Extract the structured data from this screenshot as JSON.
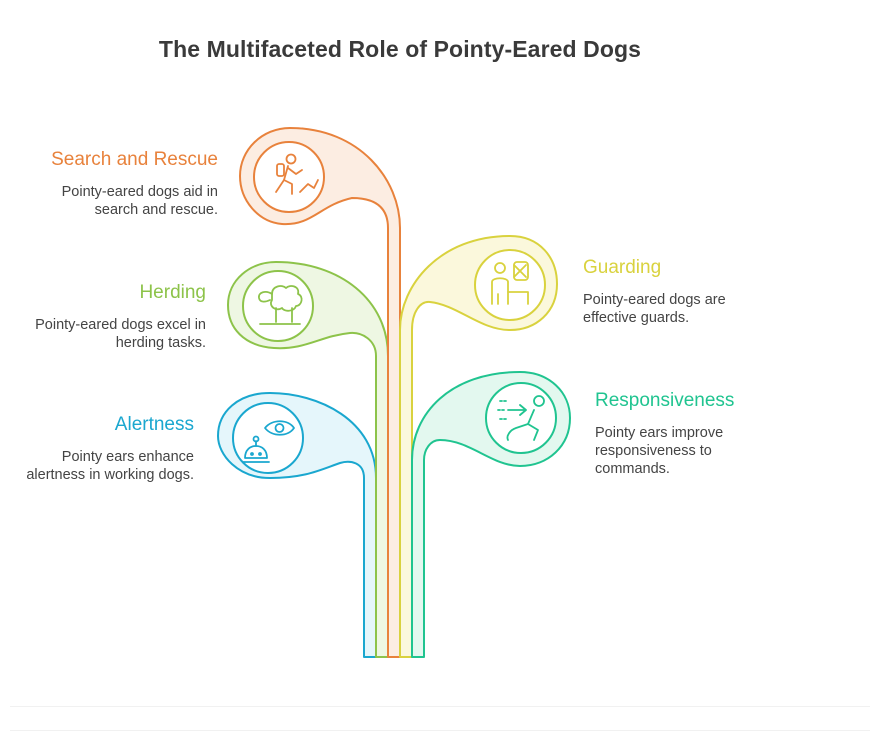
{
  "title": "The Multifaceted Role of Pointy-Eared Dogs",
  "items": [
    {
      "heading": "Search and Rescue",
      "desc_lines": [
        "Pointy-eared dogs aid in",
        "search and rescue."
      ],
      "color": "#E8823C",
      "icon": "hiker-climbing-icon"
    },
    {
      "heading": "Herding",
      "desc_lines": [
        "Pointy-eared dogs excel in",
        "herding tasks."
      ],
      "color": "#8DC34A",
      "icon": "sheep-icon"
    },
    {
      "heading": "Alertness",
      "desc_lines": [
        "Pointy ears enhance",
        "alertness in working dogs."
      ],
      "color": "#1AA7CF",
      "icon": "eye-robot-icon"
    },
    {
      "heading": "Guarding",
      "desc_lines": [
        "Pointy-eared dogs are",
        "effective guards."
      ],
      "color": "#D9D23E",
      "icon": "guard-icon"
    },
    {
      "heading": "Responsiveness",
      "desc_lines": [
        "Pointy ears improve",
        "responsiveness to",
        "commands."
      ],
      "color": "#20C490",
      "icon": "fast-response-icon"
    }
  ]
}
